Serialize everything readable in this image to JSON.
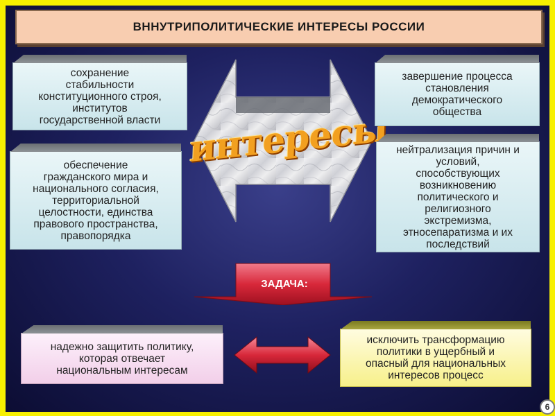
{
  "title": "ВННУТРИПОЛИТИЧЕСКИЕ ИНТЕРЕСЫ РОССИИ",
  "center_label": "интересы",
  "task_label": "ЗАДАЧА:",
  "page_number": "6",
  "left_boxes": [
    {
      "lines": [
        "сохранение",
        "стабильности",
        "конституционного строя,",
        "институтов",
        "государственной власти"
      ]
    },
    {
      "lines": [
        "обеспечение",
        "гражданского мира и",
        "национального согласия,",
        "территориальной",
        "целостности, единства",
        "правового пространства,",
        "правопорядка"
      ]
    }
  ],
  "right_boxes": [
    {
      "lines": [
        "завершение процесса",
        "становления",
        "демократического",
        "общества"
      ]
    },
    {
      "lines": [
        "нейтрализация причин и",
        "условий,",
        "способствующих",
        "возникновению",
        "политического и",
        "религиозного",
        "экстремизма,",
        "этносепаратизма и их",
        "последствий"
      ]
    }
  ],
  "bottom_left": {
    "lines": [
      "надежно защитить политику,",
      "которая отвечает",
      "национальным интересам"
    ]
  },
  "bottom_right": {
    "lines": [
      "исключить  трансформацию",
      "политики  в ущербный и",
      "опасный для национальных",
      "интересов процесс"
    ]
  },
  "colors": {
    "frame": "#f7f000",
    "title_bg": "#f8cdb0",
    "box_blue": "#d8eef2",
    "box_pink": "#f6dcef",
    "box_yellow": "#f9f4a8",
    "arrow_red": "#d8283a",
    "center_text": "#f2a020"
  }
}
